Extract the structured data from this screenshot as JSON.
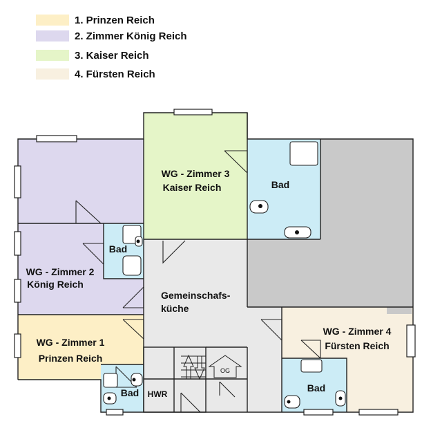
{
  "legend": [
    {
      "label": "1. Prinzen Reich",
      "color": "#fdefc6"
    },
    {
      "label": "2. Zimmer König Reich",
      "color": "#ddd8ee"
    },
    {
      "label": "3. Kaiser Reich",
      "color": "#e5f5c8"
    },
    {
      "label": "4. Fürsten Reich",
      "color": "#f8f0e0"
    }
  ],
  "rooms": {
    "kaiser": {
      "line1": "WG - Zimmer 3",
      "line2": "Kaiser Reich"
    },
    "koenig": {
      "line1": "WG - Zimmer 2",
      "line2": "König Reich"
    },
    "prinzen": {
      "line1": "WG - Zimmer 1",
      "line2": "Prinzen Reich"
    },
    "fuersten": {
      "line1": "WG - Zimmer 4",
      "line2": "Fürsten Reich"
    },
    "kitchen": {
      "line1": "Gemeinschafs-",
      "line2": "küche"
    },
    "bath_top": "Bad",
    "bath_left": "Bad",
    "bath_bottom_left": "Bad",
    "bath_bottom_right": "Bad",
    "hwr": "HWR",
    "og": "OG"
  },
  "colors": {
    "bath": "#ccecf6",
    "hall": "#e9e9e9",
    "dark_area": "#c9c9c9",
    "wall": "#222222"
  }
}
